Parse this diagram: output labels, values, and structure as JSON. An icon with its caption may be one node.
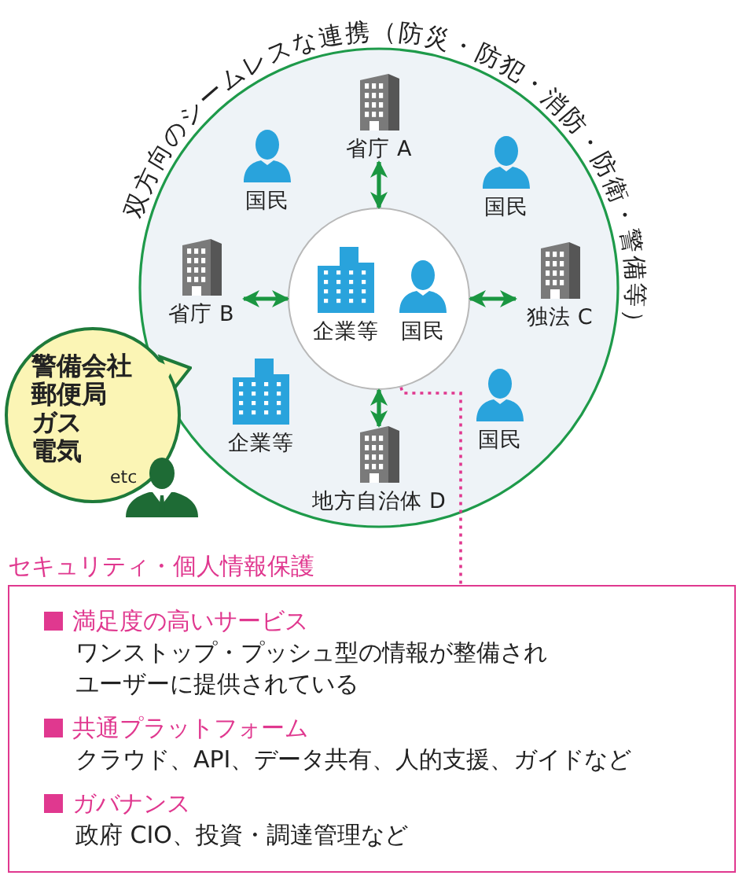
{
  "diagram": {
    "nodes": [
      {
        "text": [
          "双方向のシームレスな連携（防災・防犯・消防・防衛・警備等）"
        ]
      },
      {
        "text": [],
        "shape": "circle",
        "in": 0
      },
      {
        "text": [
          "企業等"
        ],
        "in": 1
      },
      {
        "text": [
          "国民"
        ],
        "in": 1
      },
      {
        "text": [
          "省庁 A"
        ],
        "in": 0
      },
      {
        "text": [
          "国民"
        ],
        "in": 0
      },
      {
        "text": [
          "国民"
        ],
        "in": 0
      },
      {
        "text": [
          "省庁 B"
        ],
        "in": 0
      },
      {
        "text": [
          "独法 C"
        ],
        "in": 0
      },
      {
        "text": [
          "企業等"
        ],
        "in": 0
      },
      {
        "text": [
          "地方自治体 D"
        ],
        "in": 0
      },
      {
        "text": [
          "国民"
        ],
        "in": 0
      },
      {
        "text": [
          "警備会社",
          "郵便局",
          "ガス",
          "電気",
          "etc"
        ]
      },
      {
        "text": [
          "セキュリティ・個人情報保護",
          "満足度の高いサービス",
          "ワンストップ・プッシュ型の情報が整備されユーザーに提供されている",
          "共通プラットフォーム",
          "クラウド、API、データ共有、人的支援、ガイドなど",
          "ガバナンス",
          "政府 CIO、投資・調達管理など"
        ]
      }
    ],
    "edges": [
      {
        "from": 1,
        "to": 4,
        "arrow": "both"
      },
      {
        "from": 1,
        "to": 7,
        "arrow": "both"
      },
      {
        "from": 1,
        "to": 8,
        "arrow": "both"
      },
      {
        "from": 1,
        "to": 10,
        "arrow": "both"
      },
      {
        "from": 1,
        "to": 13,
        "arrow": "none",
        "style": "dashed",
        "color": "#e0388f"
      }
    ]
  }
}
